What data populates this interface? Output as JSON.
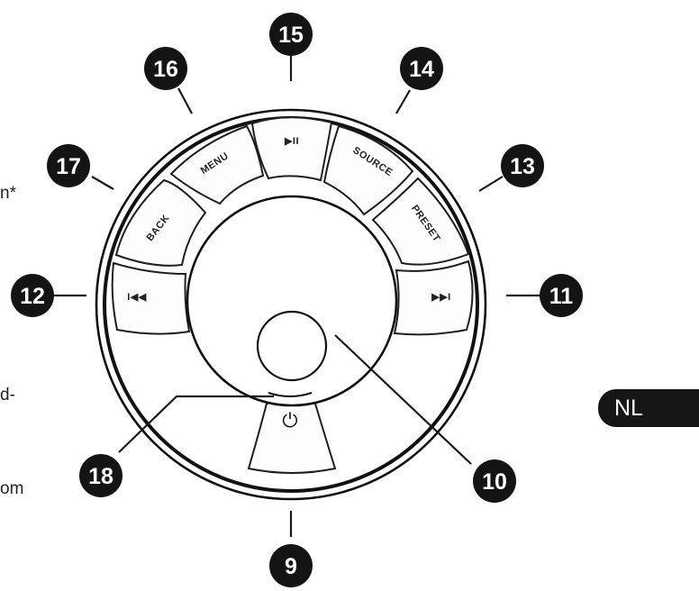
{
  "margin_text": {
    "frag_1": "n*",
    "frag_2": "d-",
    "frag_3": "om"
  },
  "language_tab": "NL",
  "buttons": {
    "back": "BACK",
    "menu": "MENU",
    "play_pause": "▶II",
    "source": "SOURCE",
    "preset": "PRESET",
    "previous": "I◀◀",
    "next": "▶▶I",
    "power": "⏻"
  },
  "callouts": {
    "c9": "9",
    "c10": "10",
    "c11": "11",
    "c12": "12",
    "c13": "13",
    "c14": "14",
    "c15": "15",
    "c16": "16",
    "c17": "17",
    "c18": "18"
  }
}
